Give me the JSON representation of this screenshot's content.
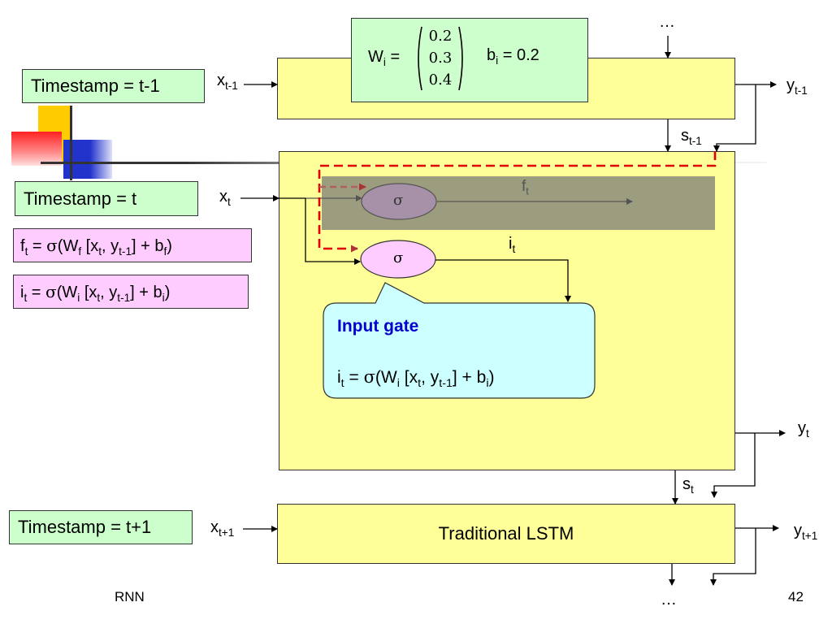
{
  "timestamps": {
    "prev": "Timestamp = t-1",
    "curr": "Timestamp = t",
    "next": "Timestamp = t+1"
  },
  "inputs": {
    "prev": {
      "base": "x",
      "sub": "t-1"
    },
    "curr": {
      "base": "x",
      "sub": "t"
    },
    "next": {
      "base": "x",
      "sub": "t+1"
    }
  },
  "outputs": {
    "prev": {
      "base": "y",
      "sub": "t-1"
    },
    "curr": {
      "base": "y",
      "sub": "t"
    },
    "next": {
      "base": "y",
      "sub": "t+1"
    }
  },
  "states": {
    "prev": {
      "base": "s",
      "sub": "t-1"
    },
    "curr": {
      "base": "s",
      "sub": "t"
    }
  },
  "ellipsis": "…",
  "weights": {
    "w_label": "W",
    "w_sub": "i",
    "equals": "=",
    "vector": [
      "0.2",
      "0.3",
      "0.4"
    ],
    "b_label": "b",
    "b_sub": "i",
    "b_value": "= 0.2"
  },
  "equations": {
    "forget": {
      "lhs": "f",
      "lhs_sub": "t",
      "w_sub": "f",
      "b_sub": "f"
    },
    "input": {
      "lhs": "i",
      "lhs_sub": "t",
      "w_sub": "i",
      "b_sub": "i"
    }
  },
  "gates": {
    "sigma": "σ",
    "forget_label": {
      "base": "f",
      "sub": "t"
    },
    "input_label": {
      "base": "i",
      "sub": "t"
    }
  },
  "callout": {
    "title": "Input gate",
    "lhs": "i",
    "lhs_sub": "t",
    "w_sub": "i",
    "b_sub": "i"
  },
  "bottom_cell_label": "Traditional LSTM",
  "footer": {
    "left": "RNN",
    "page": "42"
  },
  "colors": {
    "green_box": "#ccffcc",
    "pink_box": "#ffccff",
    "cell_yellow": "#ffff99",
    "forget_band": "#9c9c7f",
    "sigma_pink": "#ffccff",
    "callout_cyan": "#ccffff",
    "callout_title": "#0000cc",
    "dashed_red": "#e00000"
  }
}
